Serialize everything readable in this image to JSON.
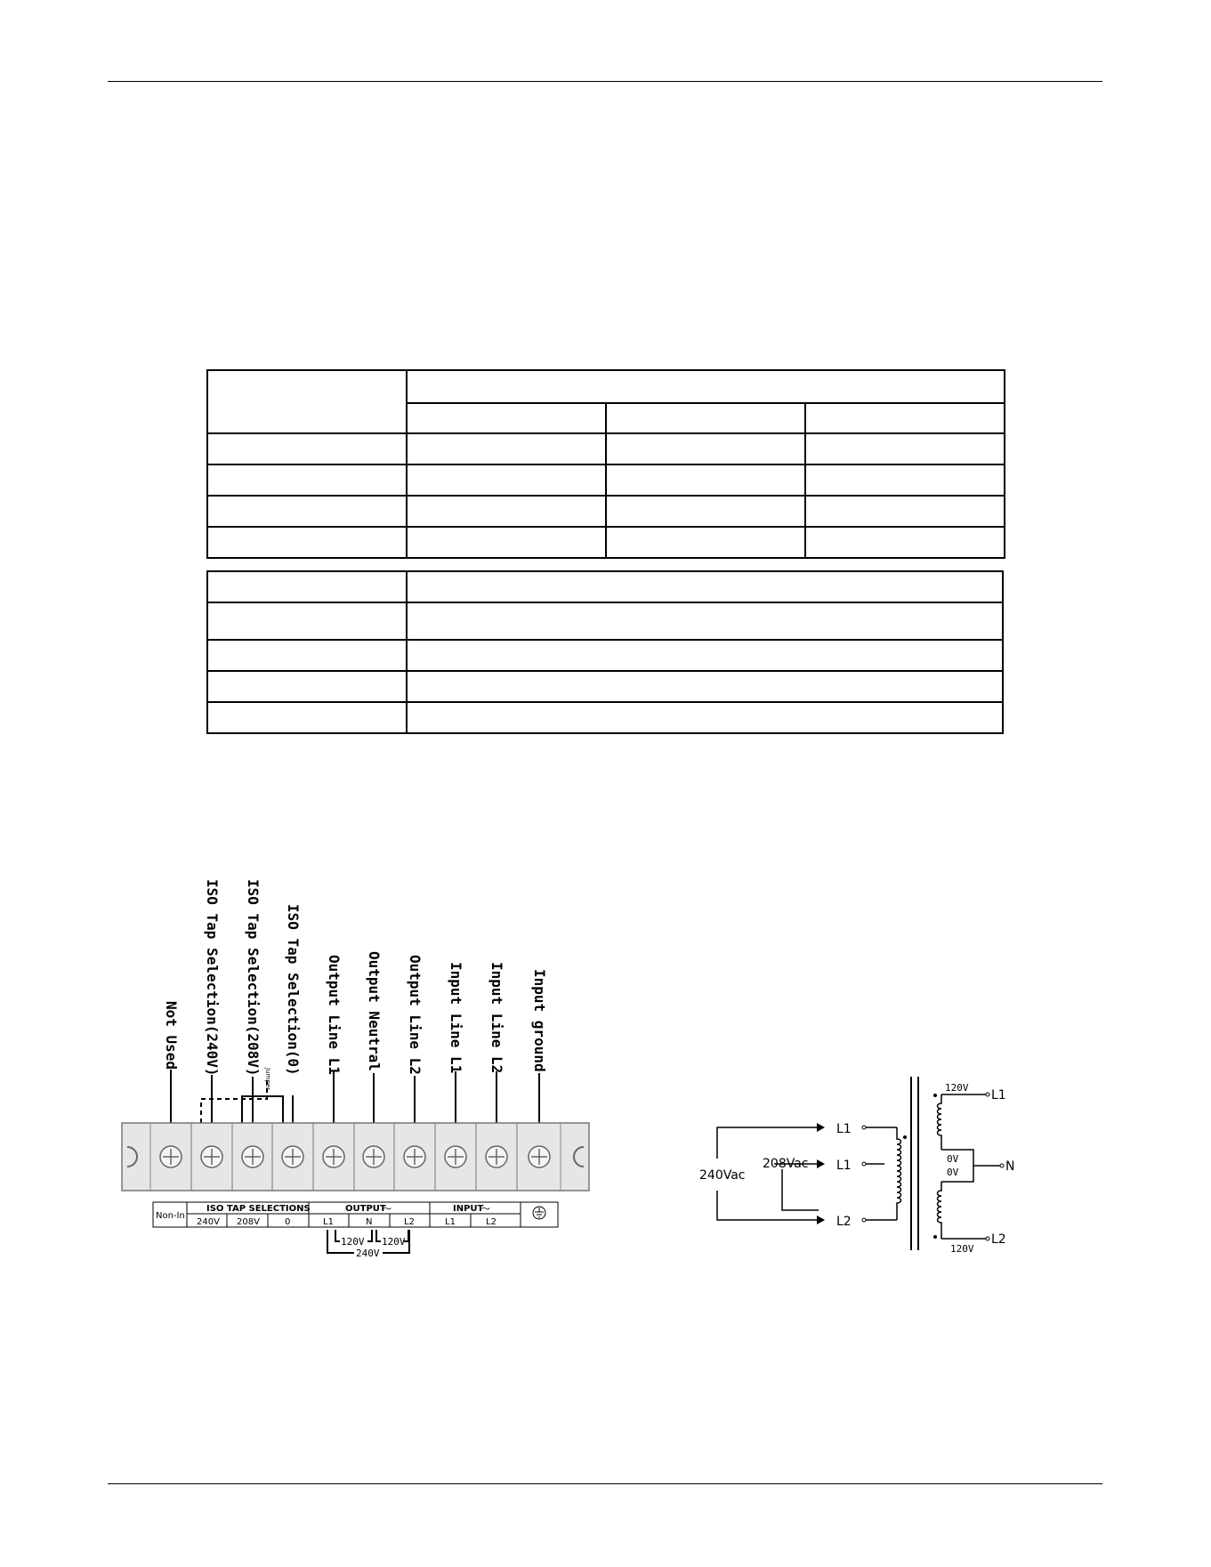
{
  "terminal_labels": {
    "not_used": "Not Used",
    "iso_240": "ISO Tap Selection(240V)",
    "iso_208": "ISO Tap Selection(208V)",
    "iso_0": "ISO Tap Selection(0)",
    "jumper": "Jumper",
    "out_l1": "Output Line L1",
    "out_n": "Output Neutral",
    "out_l2": "Output Line L2",
    "in_l1": "Input Line L1",
    "in_l2": "Input Line L2",
    "in_gnd": "Input ground"
  },
  "strip": {
    "non_in": "Non-In",
    "iso_header": "ISO TAP SELECTIONS",
    "output_header": "OUTPUT",
    "input_header": "INPUT",
    "ac_symbol": "〜",
    "iso_cells": [
      "240V",
      "208V",
      "0"
    ],
    "output_cells": [
      "L1",
      "N",
      "L2"
    ],
    "input_cells": [
      "L1",
      "L2"
    ],
    "bracket_120_left": "120V",
    "bracket_120_right": "120V",
    "bracket_240": "240V"
  },
  "schematic": {
    "in_240": "240Vac",
    "in_208": "208Vac",
    "pri_l1_top": "L1",
    "pri_l1_mid": "L1",
    "pri_l2": "L2",
    "sec_top_v": "120V",
    "sec_bot_v": "120V",
    "sec_0v_a": "0V",
    "sec_0v_b": "0V",
    "sec_l1": "L1",
    "sec_n": "N",
    "sec_l2": "L2"
  }
}
